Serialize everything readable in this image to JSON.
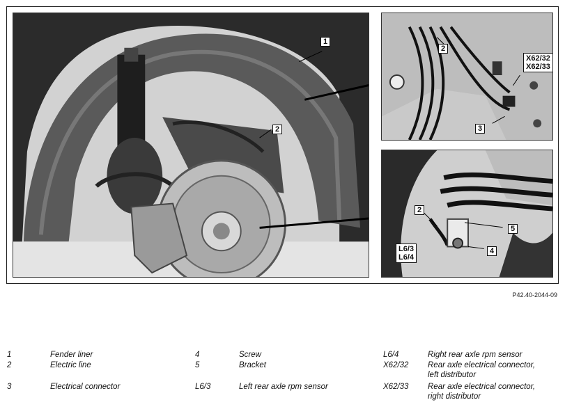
{
  "figure_id": "P42.40-2044-09",
  "callouts": {
    "main": {
      "c1": "1",
      "c2": "2"
    },
    "inset_top": {
      "c2": "2",
      "c3": "3",
      "x62_32": "X62/32",
      "x62_33": "X62/33"
    },
    "inset_bottom": {
      "c2": "2",
      "c4": "4",
      "c5": "5",
      "l6_3": "L6/3",
      "l6_4": "L6/4"
    }
  },
  "legend": [
    {
      "code": "1",
      "text": "Fender liner"
    },
    {
      "code": "2",
      "text": "Electric line"
    },
    {
      "code": "3",
      "text": "Electrical connector"
    },
    {
      "code": "4",
      "text": "Screw"
    },
    {
      "code": "5",
      "text": "Bracket"
    },
    {
      "code": "L6/3",
      "text": "Left rear axle rpm sensor"
    },
    {
      "code": "L6/4",
      "text": "Right rear axle rpm sensor"
    },
    {
      "code": "X62/32",
      "text_line1": "Rear axle electrical connector,",
      "text_line2": "left distributor"
    },
    {
      "code": "X62/33",
      "text_line1": "Rear axle electrical connector,",
      "text_line2": "right distributor"
    }
  ]
}
